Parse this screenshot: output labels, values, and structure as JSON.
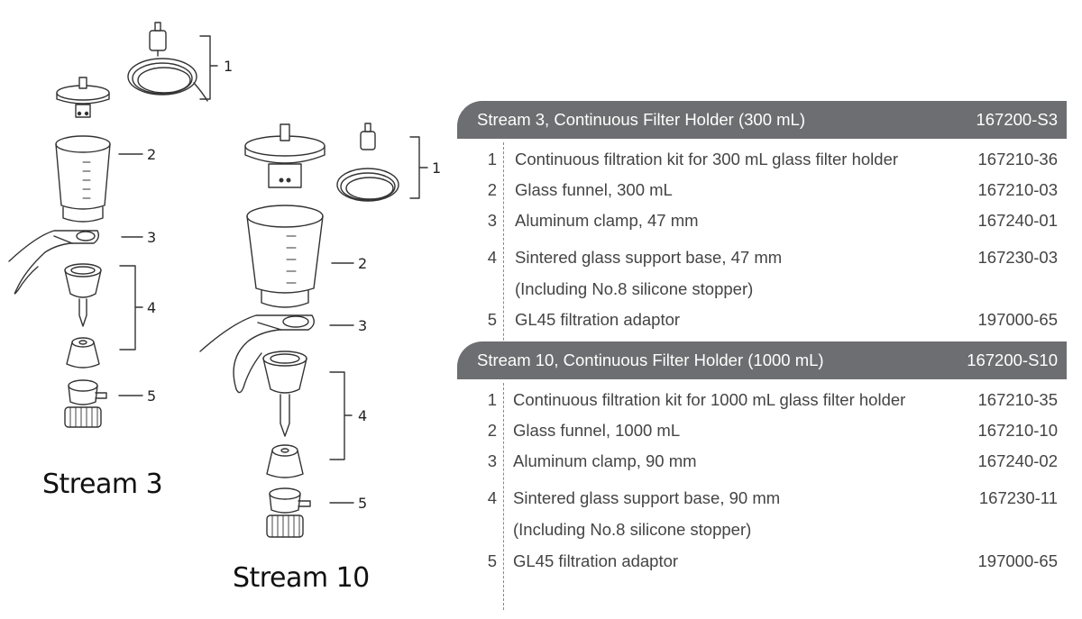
{
  "stream3": {
    "label": "Stream 3",
    "callouts": [
      "1",
      "2",
      "3",
      "4",
      "5"
    ]
  },
  "stream10": {
    "label": "Stream 10",
    "callouts": [
      "1",
      "2",
      "3",
      "4",
      "5"
    ]
  },
  "table": {
    "groups": [
      {
        "title": "Stream 3, Continuous Filter Holder (300 mL)",
        "code": "167200-S3",
        "rows": [
          {
            "num": "1",
            "desc": "Continuous filtration kit for 300 mL glass filter holder",
            "code": "167210-36"
          },
          {
            "num": "2",
            "desc": "Glass funnel, 300 mL",
            "code": "167210-03"
          },
          {
            "num": "3",
            "desc": "Aluminum clamp, 47 mm",
            "code": "167240-01"
          },
          {
            "num": "4",
            "desc": "Sintered glass support base, 47 mm",
            "code": "167230-03"
          },
          {
            "num": "",
            "desc": "(Including No.8 silicone stopper)",
            "code": ""
          },
          {
            "num": "5",
            "desc": "GL45 filtration adaptor",
            "code": "197000-65"
          }
        ]
      },
      {
        "title": "Stream 10, Continuous Filter Holder (1000 mL)",
        "code": "167200-S10",
        "rows": [
          {
            "num": "1",
            "desc": "Continuous filtration kit for 1000 mL glass filter holder",
            "code": "167210-35"
          },
          {
            "num": "2",
            "desc": "Glass funnel, 1000 mL",
            "code": "167210-10"
          },
          {
            "num": "3",
            "desc": "Aluminum clamp, 90 mm",
            "code": "167240-02"
          },
          {
            "num": "4",
            "desc": "Sintered glass support base, 90 mm",
            "code": "167230-11"
          },
          {
            "num": "",
            "desc": "(Including No.8 silicone stopper)",
            "code": ""
          },
          {
            "num": "5",
            "desc": "GL45 filtration adaptor",
            "code": "197000-65"
          }
        ]
      }
    ]
  }
}
